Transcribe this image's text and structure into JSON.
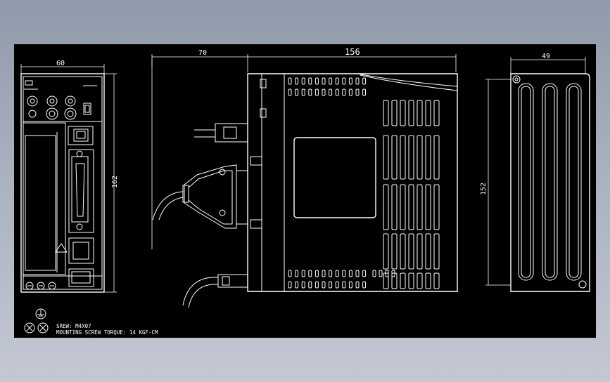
{
  "dimensions": {
    "front_width": "60",
    "front_height": "162",
    "side_depth_connector": "70",
    "side_depth_body": "156",
    "rear_width": "49",
    "rear_height": "152"
  },
  "notes": {
    "screw": "SREW: M4X07",
    "torque": "MOUNTING SCREW TORQUE: 14 KGF-CM"
  },
  "icons": {
    "ground": "ground-symbol-icon",
    "screw_head": "screw-head-icon"
  },
  "colors": {
    "canvas": "#000000",
    "line": "#ffffff",
    "background_top": "#8f9aaa",
    "background_bottom": "#c3c8d3"
  }
}
